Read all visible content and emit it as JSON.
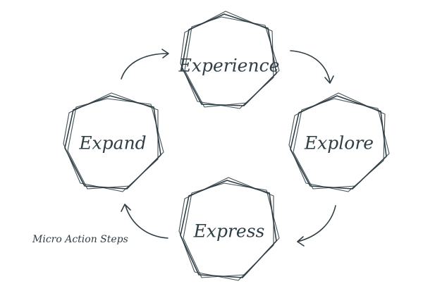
{
  "diagram": {
    "nodes": [
      {
        "id": "experience",
        "label": "Experience"
      },
      {
        "id": "explore",
        "label": "Explore"
      },
      {
        "id": "express",
        "label": "Express"
      },
      {
        "id": "expand",
        "label": "Expand"
      }
    ],
    "cycle": [
      "experience",
      "explore",
      "express",
      "expand"
    ],
    "caption": "Micro Action Steps",
    "ink_color": "#2f3d44"
  }
}
